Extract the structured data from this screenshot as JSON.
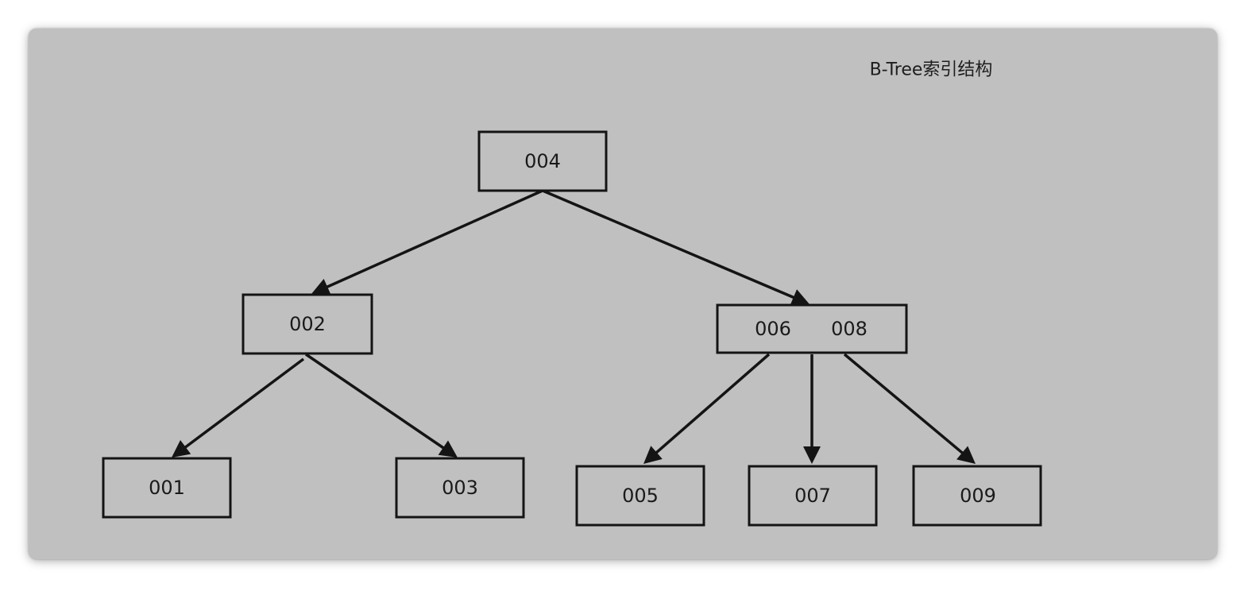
{
  "title": "B-Tree索引结构",
  "nodes": {
    "root": {
      "keys": [
        "004"
      ]
    },
    "left": {
      "keys": [
        "002"
      ]
    },
    "right": {
      "keys": [
        "006",
        "008"
      ]
    },
    "leaf1": {
      "keys": [
        "001"
      ]
    },
    "leaf3": {
      "keys": [
        "003"
      ]
    },
    "leaf5": {
      "keys": [
        "005"
      ]
    },
    "leaf7": {
      "keys": [
        "007"
      ]
    },
    "leaf9": {
      "keys": [
        "009"
      ]
    }
  },
  "edges": [
    {
      "from": "root",
      "to": "left"
    },
    {
      "from": "root",
      "to": "right"
    },
    {
      "from": "left",
      "to": "leaf1"
    },
    {
      "from": "left",
      "to": "leaf3"
    },
    {
      "from": "right",
      "to": "leaf5"
    },
    {
      "from": "right",
      "to": "leaf7"
    },
    {
      "from": "right",
      "to": "leaf9"
    }
  ]
}
